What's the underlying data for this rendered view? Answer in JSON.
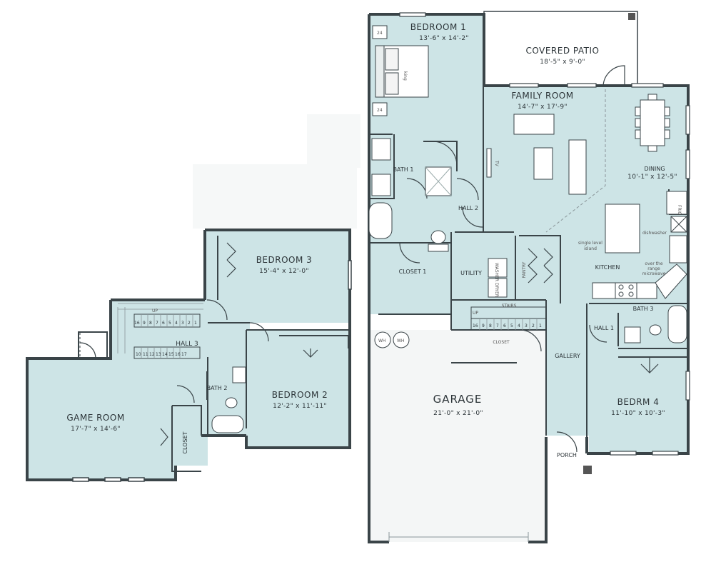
{
  "upper_floor": {
    "bedroom3": {
      "name": "BEDROOM 3",
      "dim": "15'-4\" x 12'-0\""
    },
    "bedroom2": {
      "name": "BEDROOM 2",
      "dim": "12'-2\" x 11'-11\""
    },
    "game_room": {
      "name": "GAME ROOM",
      "dim": "17'-7\" x 14'-6\""
    },
    "hall3": {
      "name": "HALL 3"
    },
    "bath2": {
      "name": "BATH 2"
    },
    "closet": {
      "name": "CLOSET"
    },
    "stairs_up": "UP",
    "stair_numbers_top": [
      "16",
      "9",
      "8",
      "7",
      "6",
      "5",
      "4",
      "3",
      "2",
      "1"
    ],
    "stair_numbers_bottom": [
      "10",
      "11",
      "12",
      "13",
      "14",
      "15",
      "16",
      "17"
    ]
  },
  "main_floor": {
    "bedroom1": {
      "name": "BEDROOM 1",
      "dim": "13'-6\" x 14'-2\""
    },
    "covered_patio": {
      "name": "COVERED PATIO",
      "dim": "18'-5\" x 9'-0\""
    },
    "family_room": {
      "name": "FAMILY ROOM",
      "dim": "14'-7\" x 17'-9\""
    },
    "dining": {
      "name": "DINING",
      "dim": "10'-1\" x 12'-5\""
    },
    "bath1": {
      "name": "BATH 1"
    },
    "hall2": {
      "name": "HALL 2"
    },
    "closet1": {
      "name": "CLOSET 1"
    },
    "utility": {
      "name": "UTILITY"
    },
    "pantry": {
      "name": "PANTRY"
    },
    "kitchen": {
      "name": "KITCHEN"
    },
    "stairs": {
      "name": "STAIRS"
    },
    "closet": {
      "name": "CLOSET"
    },
    "gallery": {
      "name": "GALLERY"
    },
    "bath3": {
      "name": "BATH 3"
    },
    "hall1": {
      "name": "HALL 1"
    },
    "bedroom4": {
      "name": "BEDRM 4",
      "dim": "11'-10\" x 10'-3\""
    },
    "garage": {
      "name": "GARAGE",
      "dim": "21'-0\" x 21'-0\""
    },
    "porch": {
      "name": "PORCH"
    },
    "stairs_up": "UP",
    "stair_numbers": [
      "16",
      "9",
      "8",
      "7",
      "6",
      "5",
      "4",
      "3",
      "2",
      "1"
    ]
  },
  "fixtures": {
    "king": "king",
    "nightstand": "24",
    "tv": "TV",
    "washer": "WASHER",
    "dryer": "DRYER",
    "water_heater": "WH",
    "dishwasher": "dishwasher",
    "island_note": [
      "single level",
      "island"
    ],
    "microwave_note": [
      "over the",
      "range",
      "microwave"
    ],
    "fridge": "FRIG"
  },
  "colors": {
    "floor_fill": "#cde4e6",
    "garage_fill": "#f4f6f6",
    "patio_fill": "#ffffff",
    "wall": "#3a4448"
  }
}
